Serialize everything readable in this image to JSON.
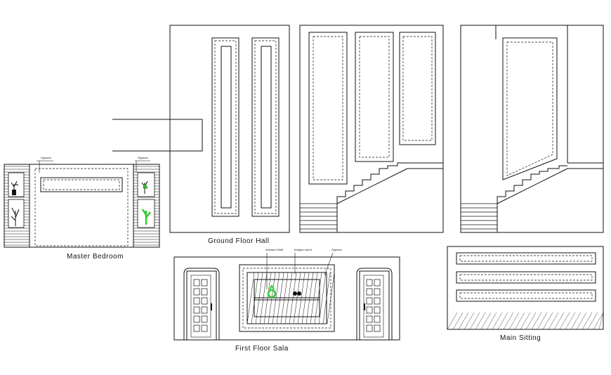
{
  "drawings": {
    "master_bedroom": {
      "caption": "Master Bedroom",
      "notes": [
        "Gypsum",
        "Gypsum"
      ]
    },
    "ground_floor_hall": {
      "caption": "Ground Floor Hall"
    },
    "first_floor_sala": {
      "caption": "First Floor Sala",
      "notes": [
        "Wooden Shelf",
        "Antique mirror",
        "Gypsum"
      ]
    },
    "main_sitting": {
      "caption": "Main Sitting"
    }
  },
  "colors": {
    "line": "#111111",
    "plant": "#33cc33",
    "background": "#ffffff"
  }
}
